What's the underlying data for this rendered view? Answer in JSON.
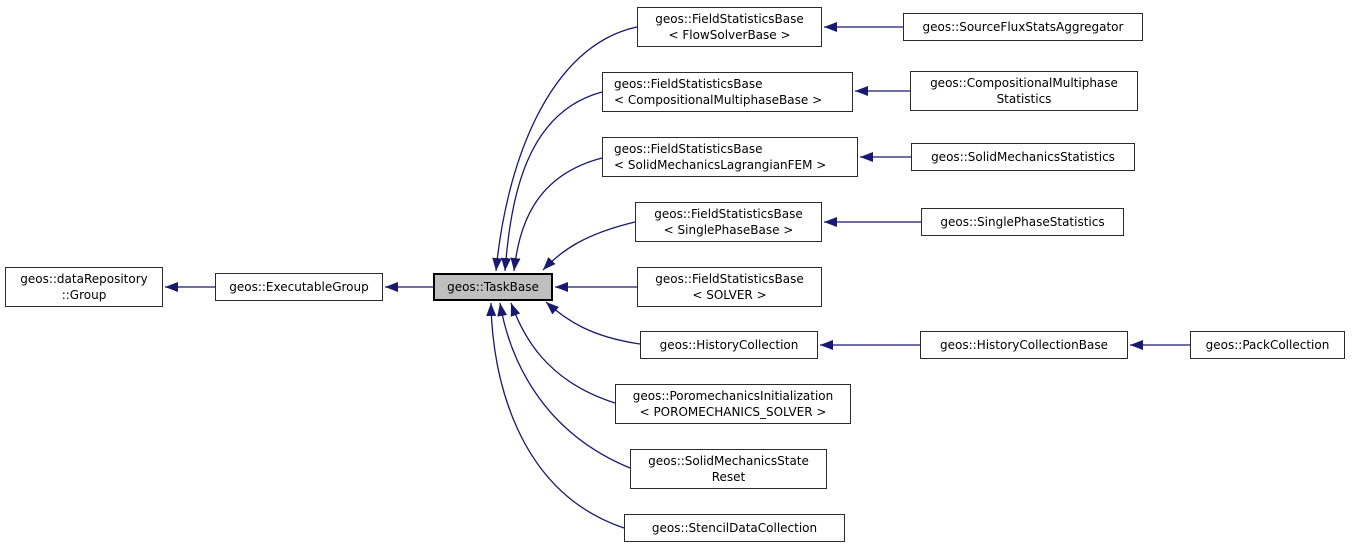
{
  "colors": {
    "edge": "#191970",
    "node_border": "#2b2b2b",
    "node_fill": "#ffffff",
    "highlight_fill": "#bfbfbf",
    "highlight_border": "#000000",
    "text": "#000000",
    "background": "#ffffff"
  },
  "nodes": {
    "data_repository_group": {
      "lines": [
        "geos::dataRepository",
        "::Group"
      ]
    },
    "executable_group": {
      "lines": [
        "geos::ExecutableGroup"
      ]
    },
    "task_base": {
      "lines": [
        "geos::TaskBase"
      ],
      "highlighted": "true"
    },
    "field_statistics_flow": {
      "lines": [
        "geos::FieldStatisticsBase",
        "< FlowSolverBase >"
      ]
    },
    "field_statistics_comp": {
      "lines": [
        "geos::FieldStatisticsBase",
        "< CompositionalMultiphaseBase >"
      ]
    },
    "field_statistics_solid": {
      "lines": [
        "geos::FieldStatisticsBase",
        "< SolidMechanicsLagrangianFEM >"
      ]
    },
    "field_statistics_single": {
      "lines": [
        "geos::FieldStatisticsBase",
        "< SinglePhaseBase >"
      ]
    },
    "field_statistics_solver": {
      "lines": [
        "geos::FieldStatisticsBase",
        "< SOLVER >"
      ]
    },
    "history_collection": {
      "lines": [
        "geos::HistoryCollection"
      ]
    },
    "poromechanics_initialization": {
      "lines": [
        "geos::PoromechanicsInitialization",
        "< POROMECHANICS_SOLVER >"
      ]
    },
    "solid_mechanics_state_reset": {
      "lines": [
        "geos::SolidMechanicsState",
        "Reset"
      ]
    },
    "stencil_data_collection": {
      "lines": [
        "geos::StencilDataCollection"
      ]
    },
    "source_flux_stats_aggregator": {
      "lines": [
        "geos::SourceFluxStatsAggregator"
      ]
    },
    "compositional_multiphase_statistics": {
      "lines": [
        "geos::CompositionalMultiphase",
        "Statistics"
      ]
    },
    "solid_mechanics_statistics": {
      "lines": [
        "geos::SolidMechanicsStatistics"
      ]
    },
    "single_phase_statistics": {
      "lines": [
        "geos::SinglePhaseStatistics"
      ]
    },
    "history_collection_base": {
      "lines": [
        "geos::HistoryCollectionBase"
      ]
    },
    "pack_collection": {
      "lines": [
        "geos::PackCollection"
      ]
    }
  },
  "edges": [
    {
      "from": "task_base",
      "to": "executable_group"
    },
    {
      "from": "executable_group",
      "to": "data_repository_group"
    },
    {
      "from": "field_statistics_flow",
      "to": "task_base"
    },
    {
      "from": "field_statistics_comp",
      "to": "task_base"
    },
    {
      "from": "field_statistics_solid",
      "to": "task_base"
    },
    {
      "from": "field_statistics_single",
      "to": "task_base"
    },
    {
      "from": "field_statistics_solver",
      "to": "task_base"
    },
    {
      "from": "history_collection",
      "to": "task_base"
    },
    {
      "from": "poromechanics_initialization",
      "to": "task_base"
    },
    {
      "from": "solid_mechanics_state_reset",
      "to": "task_base"
    },
    {
      "from": "stencil_data_collection",
      "to": "task_base"
    },
    {
      "from": "source_flux_stats_aggregator",
      "to": "field_statistics_flow"
    },
    {
      "from": "compositional_multiphase_statistics",
      "to": "field_statistics_comp"
    },
    {
      "from": "solid_mechanics_statistics",
      "to": "field_statistics_solid"
    },
    {
      "from": "single_phase_statistics",
      "to": "field_statistics_single"
    },
    {
      "from": "history_collection_base",
      "to": "history_collection"
    },
    {
      "from": "pack_collection",
      "to": "history_collection_base"
    }
  ]
}
